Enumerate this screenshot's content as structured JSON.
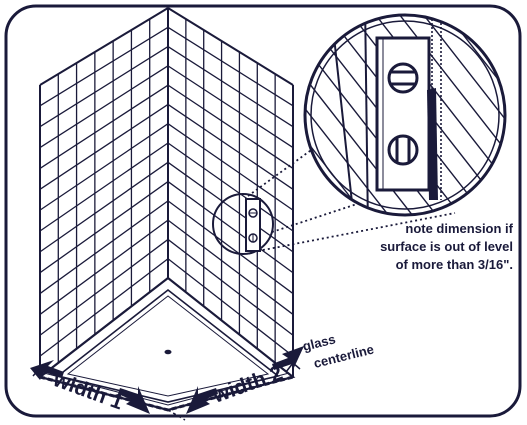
{
  "labels": {
    "note_line1": "note dimension if",
    "note_line2": "surface is out of level",
    "note_line3": "of more than 3/16\".",
    "width1": "width 1",
    "width2": "width 2",
    "glass": "glass",
    "centerline": "centerline"
  },
  "colors": {
    "ink": "#1a1a3a",
    "frame": "#1a1a3a",
    "background": "#ffffff"
  }
}
